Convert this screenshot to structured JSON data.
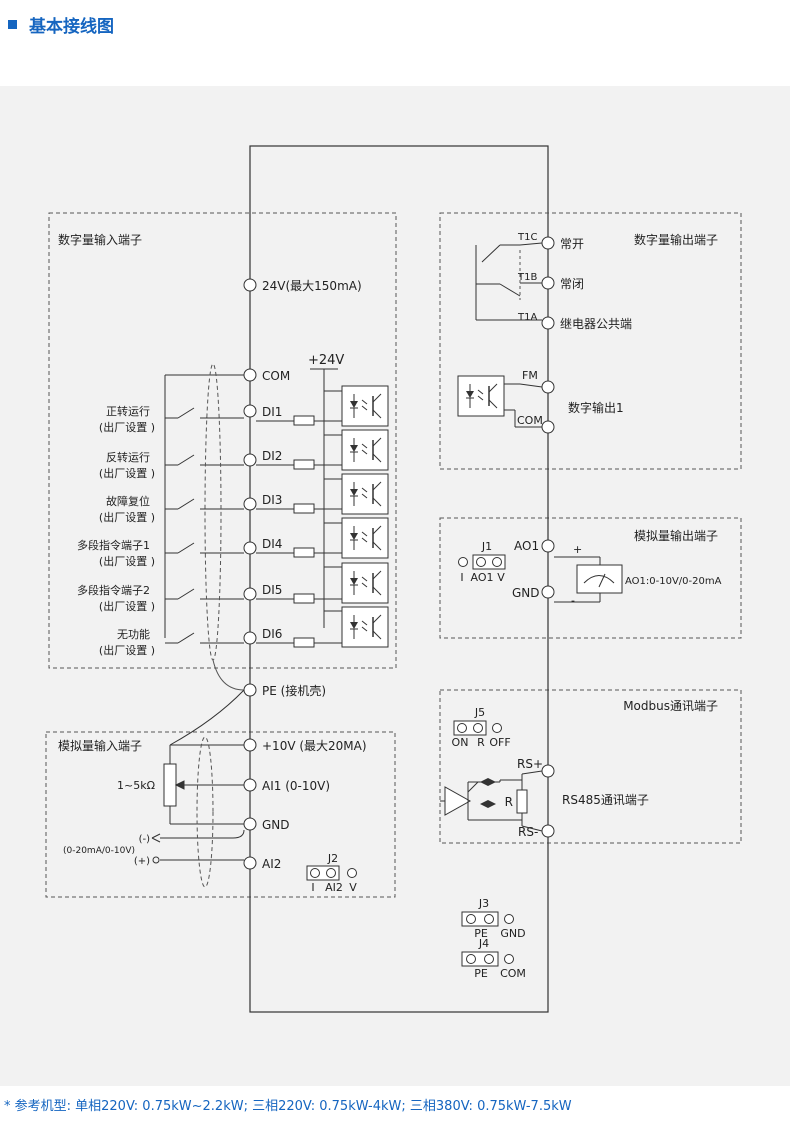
{
  "title": "基本接线图",
  "footnote": "* 参考机型: 单相220V: 0.75kW~2.2kW;  三相220V: 0.75kW-4kW;  三相380V: 0.75kW-7.5kW",
  "colors": {
    "accent": "#1565c0",
    "panel": "#f2f2f2",
    "line": "#333333"
  },
  "digital_input": {
    "section": "数字量输入端子",
    "supply": "24V(最大150mA)",
    "plus24": "+24V",
    "com": "COM",
    "terminals": [
      {
        "id": "DI1",
        "func": "正转运行",
        "note": "(出厂设置 )"
      },
      {
        "id": "DI2",
        "func": "反转运行",
        "note": "(出厂设置 )"
      },
      {
        "id": "DI3",
        "func": "故障复位",
        "note": "(出厂设置 )"
      },
      {
        "id": "DI4",
        "func": "多段指令端子1",
        "note": "(出厂设置 )"
      },
      {
        "id": "DI5",
        "func": "多段指令端子2",
        "note": "(出厂设置 )"
      },
      {
        "id": "DI6",
        "func": "无功能",
        "note": "(出厂设置 )"
      }
    ]
  },
  "pe": "PE (接机壳)",
  "analog_input": {
    "section": "模拟量输入端子",
    "ref": "+10V (最大20MA)",
    "ai1": "AI1 (0-10V)",
    "gnd": "GND",
    "ai2": "AI2",
    "pot": "1~5kΩ",
    "minus": "(-)",
    "plus": "(+)",
    "range": "(0-20mA/0-10V)",
    "jumper": {
      "name": "J2",
      "left": "I",
      "mid": "AI2",
      "right": "V"
    }
  },
  "digital_output": {
    "section": "数字量输出端子",
    "t1c": "T1C",
    "t1c_label": "常开",
    "t1b": "T1B",
    "t1b_label": "常闭",
    "t1a": "T1A",
    "t1a_label": "继电器公共端",
    "fm": "FM",
    "com": "COM",
    "fm_label": "数字输出1"
  },
  "analog_output": {
    "section": "模拟量输出端子",
    "ao1": "AO1",
    "gnd": "GND",
    "plus": "+",
    "minus": "-",
    "meter": "AO1:0-10V/0-20mA",
    "jumper": {
      "name": "J1",
      "left": "I",
      "mid": "AO1",
      "right": "V"
    }
  },
  "modbus": {
    "section": "Modbus通讯端子",
    "rs_plus": "RS+",
    "rs_minus": "RS-",
    "r": "R",
    "label": "RS485通讯端子",
    "jumper": {
      "name": "J5",
      "left": "ON",
      "mid": "R",
      "right": "OFF"
    }
  },
  "j3": {
    "name": "J3",
    "left": "PE",
    "right": "GND"
  },
  "j4": {
    "name": "J4",
    "left": "PE",
    "right": "COM"
  }
}
